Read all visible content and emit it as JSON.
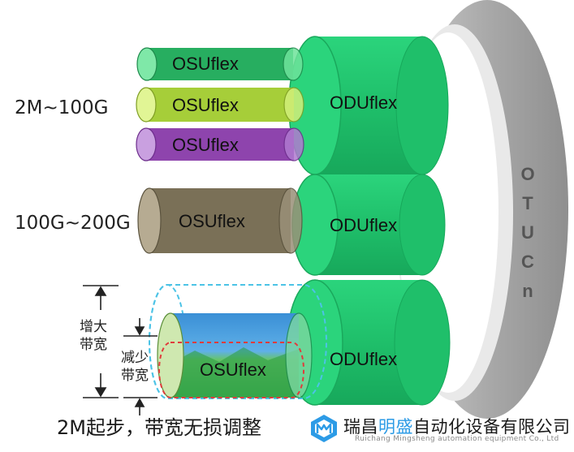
{
  "otu_label": "OTUCn",
  "osu_labels": [
    "OSUflex",
    "OSUflex",
    "OSUflex",
    "OSUflex",
    "OSUflex"
  ],
  "odu_labels": [
    "ODUflex",
    "ODUflex",
    "ODUflex"
  ],
  "range_labels": {
    "small": "2M~100G",
    "large": "100G~200G"
  },
  "bandwidth": {
    "increase": "增大带宽",
    "decrease": "减少带宽"
  },
  "caption": "2M起步，带宽无损调整",
  "company": {
    "name_prefix": "瑞昌",
    "name_highlight": "明盛",
    "name_suffix": "自动化设备有限公司",
    "english": "Ruichang Mingsheng automation equipment Co., Ltd"
  },
  "colors": {
    "osu_green": "#27ae60",
    "osu_lime": "#a6ce39",
    "osu_purple": "#8e44ad",
    "osu_brown": "#7a7057",
    "odu_green": "#1fbf6a",
    "otu_gray": "#a7a7a7",
    "accent_blue": "#2c9be6",
    "dashed_cyan": "#4cc3e6",
    "dashed_red": "#e03c3c"
  }
}
